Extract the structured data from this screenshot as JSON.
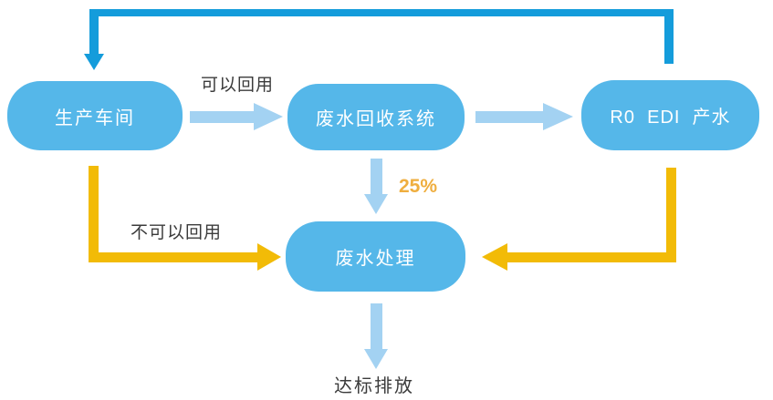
{
  "diagram": {
    "nodes": {
      "production": "生产车间",
      "recovery": "废水回收系统",
      "ro_edi": "R0  EDI  产水",
      "treatment": "废水处理"
    },
    "labels": {
      "can_reuse": "可以回用",
      "cannot_reuse": "不可以回用",
      "percent": "25%",
      "discharge": "达标排放"
    },
    "colors": {
      "node_fill": "#55b7e9",
      "arrow_light": "#a3d2f2",
      "arrow_loop": "#149cdb",
      "arrow_yellow": "#f2bb07",
      "percent_color": "#efae3f",
      "label_color": "#3b3b3b"
    }
  }
}
